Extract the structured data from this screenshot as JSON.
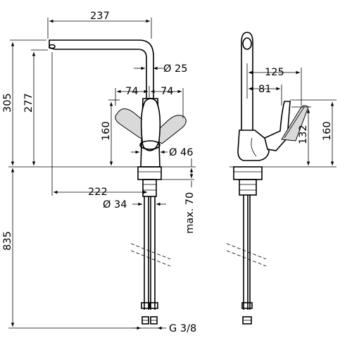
{
  "dimensions": {
    "width_237": "237",
    "dia_25": "Ø 25",
    "left_74": "74",
    "right_74": "74",
    "height_305": "305",
    "height_277": "277",
    "height_160_front": "160",
    "dia_46": "Ø 46",
    "reach_222": "222",
    "dia_34": "Ø 34",
    "max_70": "max. 70",
    "length_835": "835",
    "thread_g38": "G 3/8",
    "side_125": "125",
    "side_81": "81",
    "side_132": "132",
    "side_160": "160"
  }
}
